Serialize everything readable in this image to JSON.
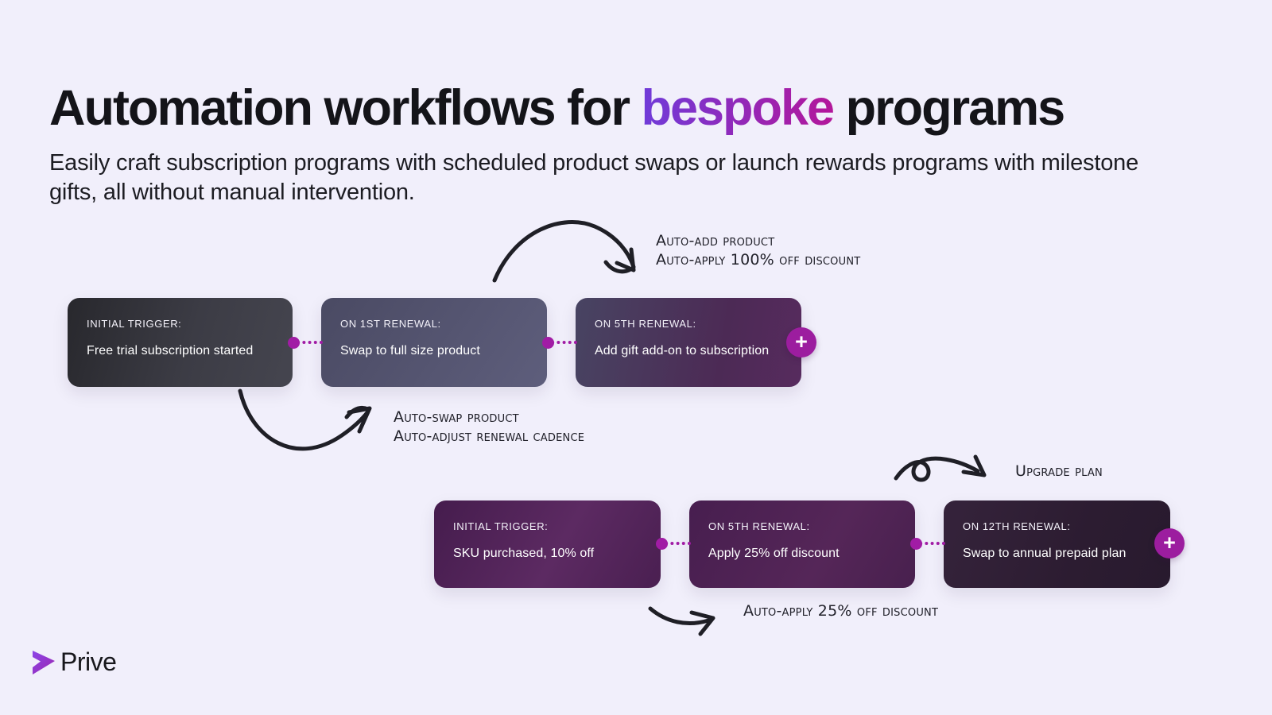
{
  "header": {
    "title": {
      "prefix": "Automation workflows for ",
      "highlight": "bespoke",
      "suffix": " programs"
    },
    "subtitle": "Easily craft subscription programs with scheduled product swaps or launch rewards programs with milestone gifts, all without manual intervention."
  },
  "flows": [
    {
      "name": "free-trial-subscription-flow",
      "cards": [
        {
          "header": "INITIAL TRIGGER:",
          "body": "Free trial subscription started"
        },
        {
          "header": "ON 1ST RENEWAL:",
          "body": "Swap to full size product"
        },
        {
          "header": "ON 5TH RENEWAL:",
          "body": "Add gift add-on to subscription"
        }
      ],
      "annotations": [
        {
          "lines": [
            "Auto-add product",
            "Auto-apply 100% off discount"
          ]
        },
        {
          "lines": [
            "Auto-swap product",
            "Auto-adjust renewal cadence"
          ]
        }
      ]
    },
    {
      "name": "sku-rewards-flow",
      "cards": [
        {
          "header": "INITIAL TRIGGER:",
          "body": "SKU purchased, 10% off"
        },
        {
          "header": "ON 5TH RENEWAL:",
          "body": "Apply 25% off discount"
        },
        {
          "header": "ON 12TH RENEWAL:",
          "body": "Swap to annual prepaid plan"
        }
      ],
      "annotations": [
        {
          "lines": [
            "Upgrade plan"
          ]
        },
        {
          "lines": [
            "Auto-apply 25% off discount"
          ]
        }
      ]
    }
  ],
  "icons": {
    "plus": "+"
  },
  "footer": {
    "brand": "Prive"
  },
  "colors": {
    "background": "#f1effb",
    "accent_magenta": "#a11ca5",
    "plus_button": "#9c1d9f",
    "title_gradient_start": "#6f3bd9",
    "title_gradient_end": "#b3179a",
    "ink": "#21212a"
  }
}
